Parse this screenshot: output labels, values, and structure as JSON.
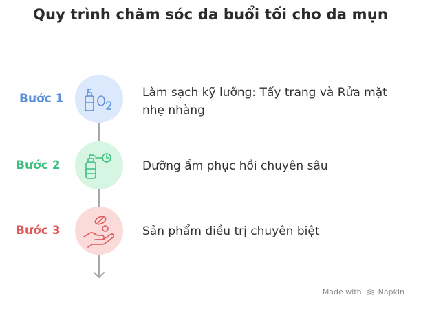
{
  "title": "Quy trình chăm sóc da buổi tối cho da mụn",
  "steps": [
    {
      "label": "Bước 1",
      "description": "Làm sạch kỹ lưỡng: Tẩy trang và Rửa mặt nhẹ nhàng",
      "icon": "cleanser-bottle-icon",
      "color": "#5b8fd9",
      "circle_color": "#dce8fb"
    },
    {
      "label": "Bước 2",
      "description": "Dưỡng ẩm phục hồi chuyên sâu",
      "icon": "spray-bottle-timer-icon",
      "color": "#3fbf7f",
      "circle_color": "#d6f5e3"
    },
    {
      "label": "Bước 3",
      "description": "Sản phẩm điều trị chuyên biệt",
      "icon": "hand-pill-icon",
      "color": "#e05a5a",
      "circle_color": "#fbdada"
    }
  ],
  "footer": {
    "made_with": "Made with",
    "brand": "Napkin"
  }
}
